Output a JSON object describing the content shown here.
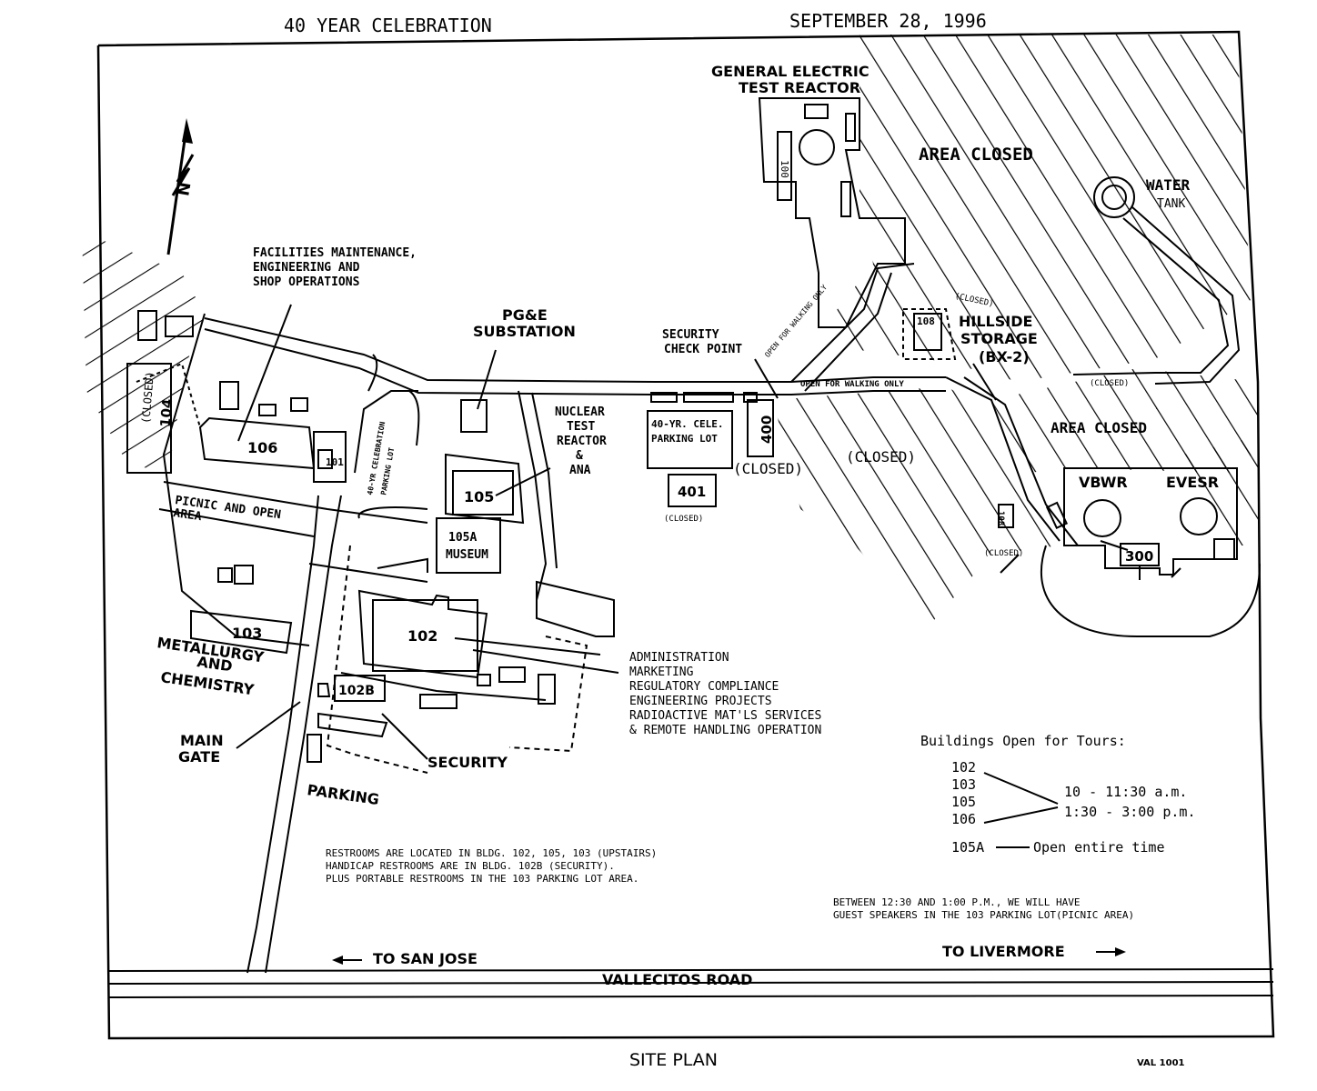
{
  "header": {
    "title": "40 YEAR CELEBRATION",
    "date": "SEPTEMBER 28, 1996"
  },
  "footer": {
    "title": "SITE PLAN",
    "ref": "VAL 1001"
  },
  "compass": {
    "letter": "N"
  },
  "labels": {
    "ge_line1": "GENERAL ELECTRIC",
    "ge_line2": "TEST REACTOR",
    "area_closed_1": "AREA CLOSED",
    "area_closed_2": "AREA CLOSED",
    "water_line1": "WATER",
    "water_line2": "TANK",
    "fac_line1": "FACILITIES MAINTENANCE,",
    "fac_line2": "ENGINEERING AND",
    "fac_line3": "SHOP OPERATIONS",
    "pge_line1": "PG&E",
    "pge_line2": "SUBSTATION",
    "sec_cp_line1": "SECURITY",
    "sec_cp_line2": "CHECK POINT",
    "walk_diag": "OPEN FOR WALKING ONLY",
    "walk_horiz": "OPEN FOR WALKING ONLY",
    "closed_hillside": "(CLOSED)",
    "hill_line1": "HILLSIDE",
    "hill_line2": "STORAGE",
    "hill_line3": "(BX-2)",
    "closed_right": "(CLOSED)",
    "ntr_line1": "NUCLEAR",
    "ntr_line2": "TEST",
    "ntr_line3": "REACTOR",
    "ntr_line4": "&",
    "ntr_line5": "ANA",
    "cele_lot_line1": "40-YR. CELE.",
    "cele_lot_line2": "PARKING LOT",
    "closed_400": "(CLOSED)",
    "closed_mid": "(CLOSED)",
    "closed_401": "(CLOSED)",
    "closed_small": "(CLOSED)",
    "closed_104": "(CLOSED)",
    "cele_vert_line1": "40-YR CELEBRATION",
    "cele_vert_line2": "PARKING LOT",
    "picnic_line1": "PICNIC AND OPEN",
    "picnic_line2": "AREA",
    "museum_line1": "105A",
    "museum_line2": "MUSEUM",
    "metal_line1": "METALLURGY",
    "metal_line2": "AND",
    "metal_line3": "CHEMISTRY",
    "main_gate_line1": "MAIN",
    "main_gate_line2": "GATE",
    "security": "SECURITY",
    "parking": "PARKING",
    "vbwr": "VBWR",
    "evesr": "EVESR",
    "to_san_jose": "TO SAN JOSE",
    "to_livermore": "TO LIVERMORE",
    "road": "VALLECITOS ROAD"
  },
  "buildings": {
    "b106": "106",
    "b105": "105",
    "b102": "102",
    "b103": "103",
    "b102b": "102B",
    "b104": "104",
    "b400": "400",
    "b401": "401",
    "b300": "300",
    "b100": "100",
    "b101": "101",
    "b108": "108",
    "b108b": "108"
  },
  "admin_list": [
    "ADMINISTRATION",
    "MARKETING",
    "REGULATORY COMPLIANCE",
    "ENGINEERING PROJECTS",
    "RADIOACTIVE MAT'LS SERVICES",
    "& REMOTE HANDLING OPERATION"
  ],
  "tours": {
    "heading": "Buildings Open for Tours:",
    "buildings": [
      "102",
      "103",
      "105",
      "106"
    ],
    "time1": "10 - 11:30 a.m.",
    "time2": "1:30 - 3:00 p.m.",
    "extra_building": "105A",
    "extra_note": "Open entire time"
  },
  "restrooms": [
    "RESTROOMS ARE LOCATED IN BLDG. 102, 105, 103 (UPSTAIRS)",
    "HANDICAP RESTROOMS ARE IN BLDG. 102B (SECURITY).",
    "PLUS PORTABLE RESTROOMS IN THE 103 PARKING LOT AREA."
  ],
  "speakers": [
    "BETWEEN 12:30 AND 1:00 P.M., WE WILL HAVE",
    "GUEST SPEAKERS IN THE 103 PARKING LOT(PICNIC AREA)"
  ]
}
